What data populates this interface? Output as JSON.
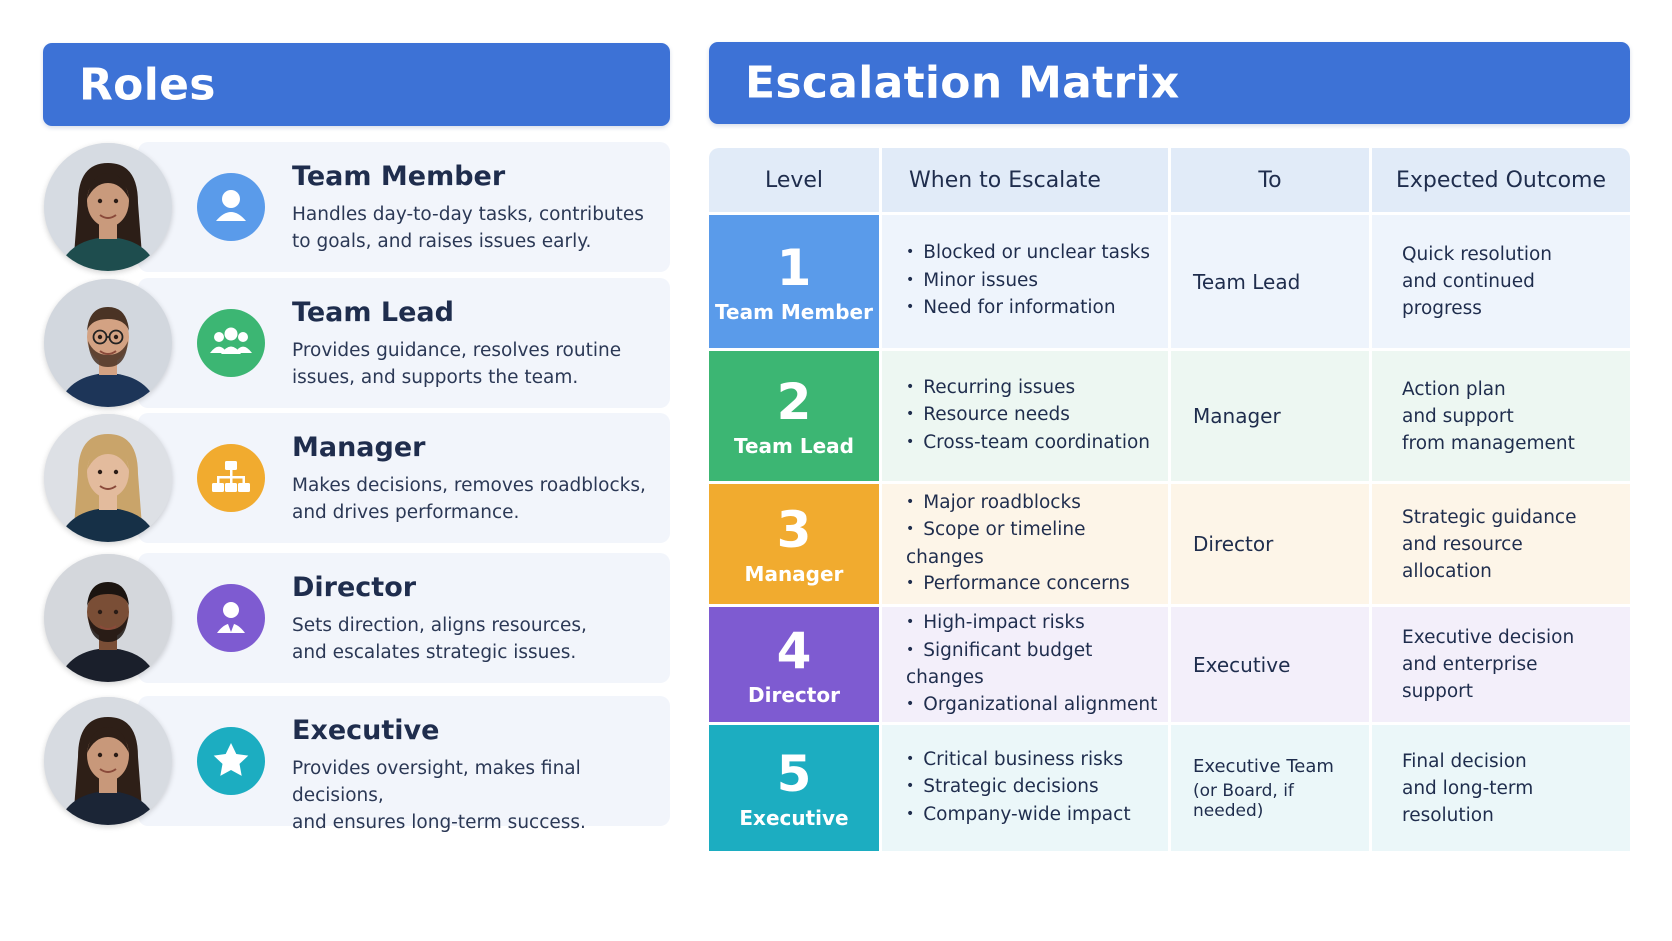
{
  "roles_panel": {
    "title": "Roles",
    "roles": [
      {
        "title": "Team Member",
        "desc_lines": [
          "Handles day-to-day tasks, contributes",
          "to goals, and raises issues early."
        ],
        "icon": "person-icon",
        "color": "#5a9bea"
      },
      {
        "title": "Team Lead",
        "desc_lines": [
          "Provides guidance, resolves routine",
          "issues, and supports the team."
        ],
        "icon": "group-icon",
        "color": "#3cb673"
      },
      {
        "title": "Manager",
        "desc_lines": [
          "Makes decisions, removes roadblocks,",
          "and drives performance."
        ],
        "icon": "org-chart-icon",
        "color": "#f1ab2f"
      },
      {
        "title": "Director",
        "desc_lines": [
          "Sets direction, aligns resources,",
          "and escalates strategic issues."
        ],
        "icon": "person-tie-icon",
        "color": "#7e5bd1"
      },
      {
        "title": "Executive",
        "desc_lines": [
          "Provides oversight, makes final decisions,",
          "and ensures long-term success."
        ],
        "icon": "star-icon",
        "color": "#1cadc1"
      }
    ]
  },
  "matrix": {
    "title": "Escalation Matrix",
    "columns": [
      "Level",
      "When to Escalate",
      "To",
      "Expected Outcome"
    ],
    "rows": [
      {
        "level": "1",
        "name": "Team Member",
        "color": "#5a9bea",
        "tint": "#eef4fc",
        "when": [
          "Blocked or unclear tasks",
          "Minor issues",
          "Need for information"
        ],
        "to": [
          "Team Lead"
        ],
        "outcome": [
          "Quick resolution",
          "and continued",
          "progress"
        ]
      },
      {
        "level": "2",
        "name": "Team Lead",
        "color": "#3cb673",
        "tint": "#edf7f2",
        "when": [
          "Recurring issues",
          "Resource needs",
          "Cross-team coordination"
        ],
        "to": [
          "Manager"
        ],
        "outcome": [
          "Action plan",
          "and support",
          "from management"
        ]
      },
      {
        "level": "3",
        "name": "Manager",
        "color": "#f1ab2f",
        "tint": "#fdf5e8",
        "when": [
          "Major roadblocks",
          "Scope or timeline changes",
          "Performance concerns"
        ],
        "to": [
          "Director"
        ],
        "outcome": [
          "Strategic guidance",
          "and resource",
          "allocation"
        ]
      },
      {
        "level": "4",
        "name": "Director",
        "color": "#7e5bd1",
        "tint": "#f3effa",
        "when": [
          "High-impact risks",
          "Significant budget changes",
          "Organizational alignment"
        ],
        "to": [
          "Executive"
        ],
        "outcome": [
          "Executive decision",
          "and enterprise",
          "support"
        ]
      },
      {
        "level": "5",
        "name": "Executive",
        "color": "#1cadc1",
        "tint": "#ebf7f9",
        "when": [
          "Critical business risks",
          "Strategic decisions",
          "Company-wide impact"
        ],
        "to": [
          "Executive Team",
          "(or Board, if needed)"
        ],
        "outcome": [
          "Final decision",
          "and long-term",
          "resolution"
        ]
      }
    ]
  }
}
